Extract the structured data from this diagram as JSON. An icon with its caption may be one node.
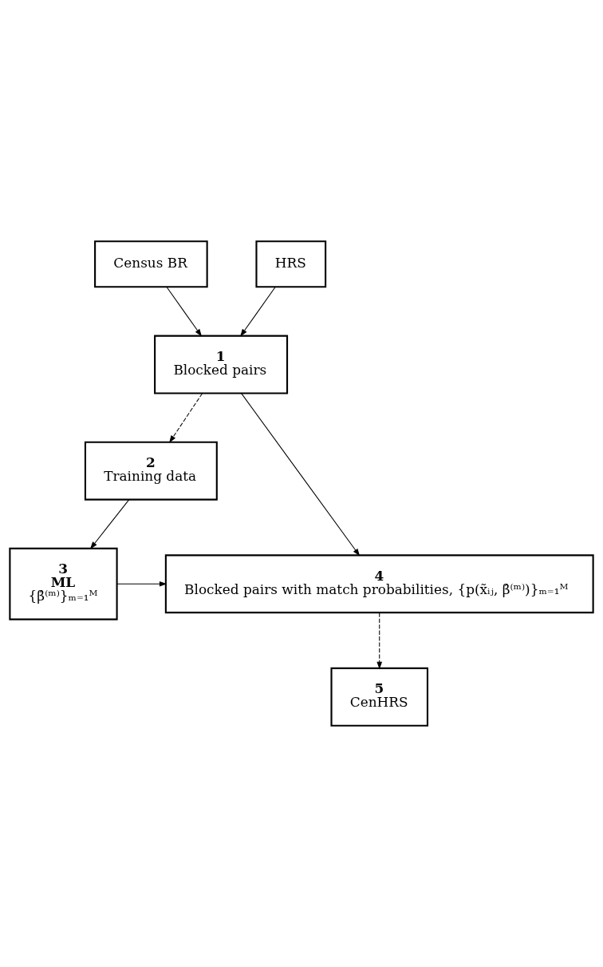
{
  "diagram": {
    "nodes": [
      {
        "text": [
          "Census BR"
        ]
      },
      {
        "text": [
          "HRS"
        ]
      },
      {
        "text": [
          "1",
          "Blocked pairs"
        ]
      },
      {
        "text": [
          "2",
          "Training data"
        ]
      },
      {
        "text": [
          "3",
          "ML",
          "{β̂⁽ᵐ⁾}ₘ₌₁ᴹ"
        ]
      },
      {
        "text": [
          "4",
          "Blocked pairs with match probabilities, {p(x̃ᵢⱼ, β̂⁽ᵐ⁾)}ₘ₌₁ᴹ"
        ]
      },
      {
        "text": [
          "5",
          "CenHRS"
        ]
      }
    ],
    "edges": [
      {
        "from": 0,
        "to": 2,
        "arrow": "to"
      },
      {
        "from": 1,
        "to": 2,
        "arrow": "to"
      },
      {
        "from": 2,
        "to": 3,
        "arrow": "to",
        "style": "dashed"
      },
      {
        "from": 3,
        "to": 4,
        "arrow": "to"
      },
      {
        "from": 2,
        "to": 5,
        "arrow": "to"
      },
      {
        "from": 4,
        "to": 5,
        "arrow": "to"
      },
      {
        "from": 5,
        "to": 6,
        "arrow": "to",
        "style": "dashed"
      }
    ]
  }
}
